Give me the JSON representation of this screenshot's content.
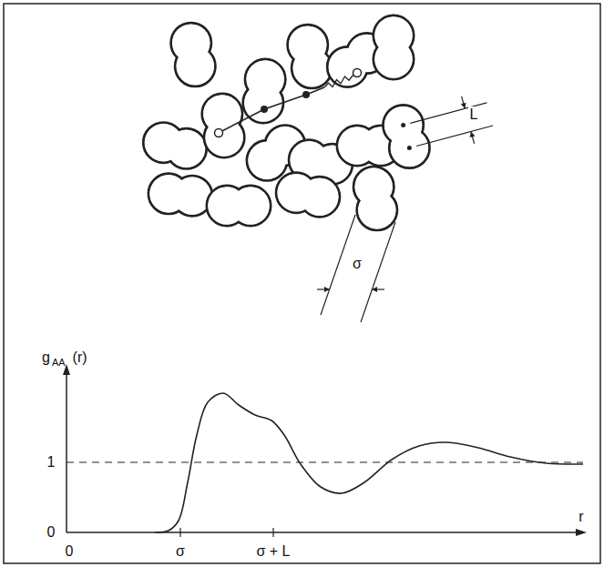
{
  "diagram": {
    "labels": [
      "L",
      "σ",
      "g",
      "AA",
      "(r)",
      "1",
      "0",
      "0",
      "σ",
      "σ + L",
      "r"
    ]
  }
}
